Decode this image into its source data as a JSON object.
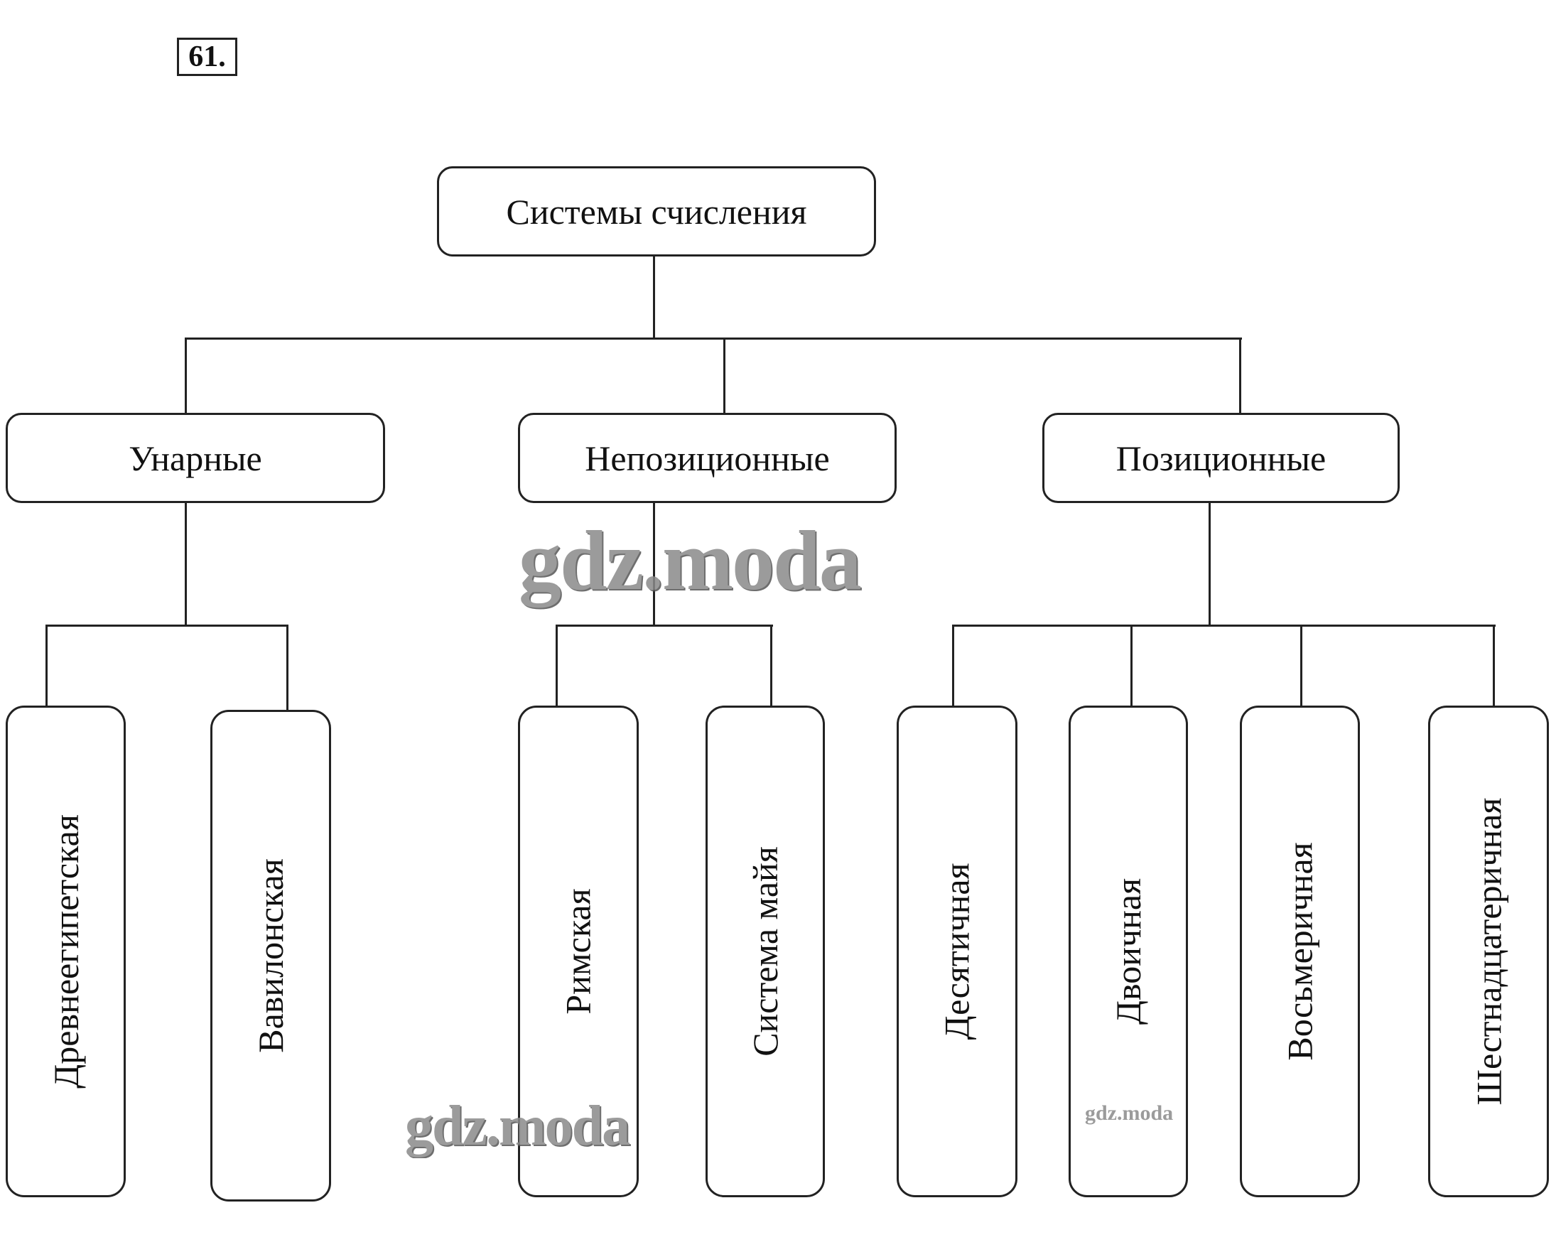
{
  "exercise_number": "61.",
  "root": "Системы счисления",
  "categories": [
    {
      "label": "Унарные",
      "children": [
        "Древнеегипетская",
        "Вавилонская"
      ]
    },
    {
      "label": "Непозиционные",
      "children": [
        "Римская",
        "Система майя"
      ]
    },
    {
      "label": "Позиционные",
      "children": [
        "Десятичная",
        "Двоичная",
        "Восьмеричная",
        "Шестнадцатеричная"
      ]
    }
  ],
  "watermark": "gdz.moda"
}
